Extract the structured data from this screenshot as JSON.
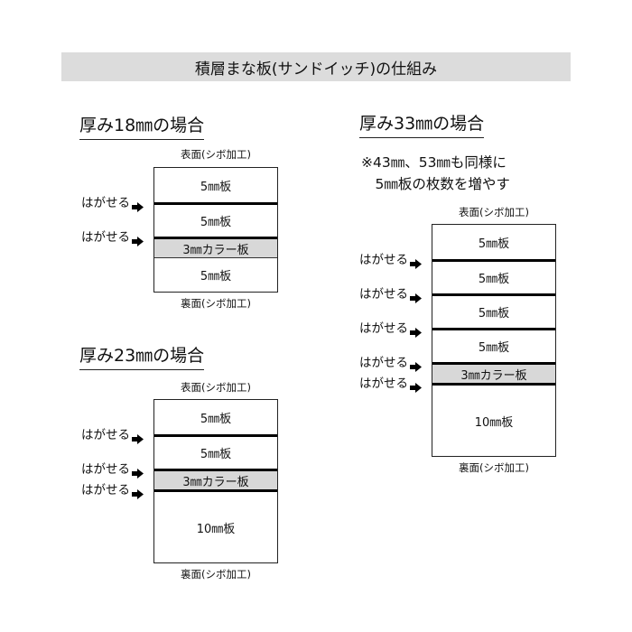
{
  "title": "積層まな板(サンドイッチ)の仕組み",
  "peel_label": "はがせる",
  "colors": {
    "title_bar": "#dcdcdc",
    "color_layer": "#d8d8d8"
  },
  "diagrams": [
    {
      "heading": "厚み18㎜の場合",
      "top_face": "表面(シボ加工)",
      "bottom_face": "裏面(シボ加工)",
      "layers": [
        {
          "label": "5㎜板",
          "mm": 5,
          "color": false,
          "peel_above": false
        },
        {
          "label": "5㎜板",
          "mm": 5,
          "color": false,
          "peel_above": true
        },
        {
          "label": "3㎜カラー板",
          "mm": 3,
          "color": true,
          "peel_above": true
        },
        {
          "label": "5㎜板",
          "mm": 5,
          "color": false,
          "peel_above": false
        }
      ]
    },
    {
      "heading": "厚み23㎜の場合",
      "top_face": "表面(シボ加工)",
      "bottom_face": "裏面(シボ加工)",
      "layers": [
        {
          "label": "5㎜板",
          "mm": 5,
          "color": false,
          "peel_above": false
        },
        {
          "label": "5㎜板",
          "mm": 5,
          "color": false,
          "peel_above": true
        },
        {
          "label": "3㎜カラー板",
          "mm": 3,
          "color": true,
          "peel_above": true
        },
        {
          "label": "10㎜板",
          "mm": 10,
          "color": false,
          "peel_above": true
        }
      ]
    },
    {
      "heading": "厚み33㎜の場合",
      "note": [
        "※43㎜、53㎜も同様に",
        "　5㎜板の枚数を増やす"
      ],
      "top_face": "表面(シボ加工)",
      "bottom_face": "裏面(シボ加工)",
      "layers": [
        {
          "label": "5㎜板",
          "mm": 5,
          "color": false,
          "peel_above": false
        },
        {
          "label": "5㎜板",
          "mm": 5,
          "color": false,
          "peel_above": true
        },
        {
          "label": "5㎜板",
          "mm": 5,
          "color": false,
          "peel_above": true
        },
        {
          "label": "5㎜板",
          "mm": 5,
          "color": false,
          "peel_above": true
        },
        {
          "label": "3㎜カラー板",
          "mm": 3,
          "color": true,
          "peel_above": true
        },
        {
          "label": "10㎜板",
          "mm": 10,
          "color": false,
          "peel_above": true
        }
      ]
    }
  ]
}
